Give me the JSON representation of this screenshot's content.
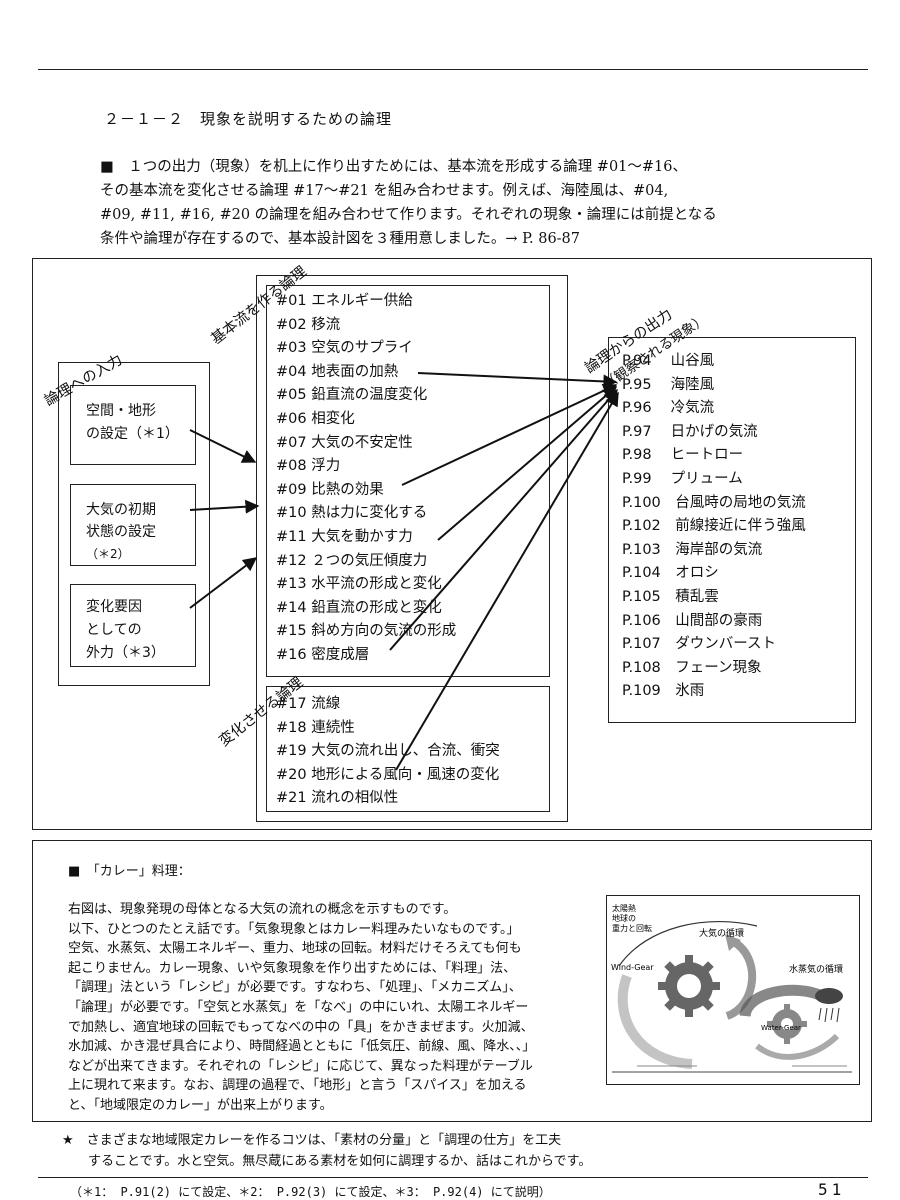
{
  "section_title": "２－１－２　現象を説明するための論理",
  "intro_lines": [
    "■　１つの出力（現象）を机上に作り出すためには、基本流を形成する論理 #01〜#16、",
    "その基本流を変化させる論理 #17〜#21 を組み合わせます。例えば、海陸風は、#04,",
    "#09, #11, #16, #20 の論理を組み合わせて作ります。それぞれの現象・論理には前提となる",
    "条件や論理が存在するので、基本設計図を３種用意しました。→ P. 86-87"
  ],
  "diagram": {
    "input_label": "論理への入力",
    "inputs": [
      [
        "空間・地形",
        "の設定（＊1）"
      ],
      [
        "大気の初期",
        "状態の設定",
        "（＊2）"
      ],
      [
        "変化要因",
        "としての",
        "外力（＊3）"
      ]
    ],
    "basic_label": "基本流を作る論理",
    "basic_logic": [
      "#01 エネルギー供給",
      "#02 移流",
      "#03 空気のサプライ",
      "#04 地表面の加熱",
      "#05 鉛直流の温度変化",
      "#06 相変化",
      "#07 大気の不安定性",
      "#08 浮力",
      "#09 比熱の効果",
      "#10 熱は力に変化する",
      "#11 大気を動かす力",
      "#12 ２つの気圧傾度力",
      "#13 水平流の形成と変化",
      "#14 鉛直流の形成と変化",
      "#15 斜め方向の気流の形成",
      "#16 密度成層"
    ],
    "change_label": "変化させる論理",
    "change_logic": [
      "#17 流線",
      "#18 連続性",
      "#19 大気の流れ出し、合流、衝突",
      "#20 地形による風向・風速の変化",
      "#21 流れの相似性"
    ],
    "output_label_1": "論理からの出力",
    "output_label_2": "（観察される現象）",
    "outputs": [
      "P.94　 山谷風",
      "P.95　 海陸風",
      "P.96　 冷気流",
      "P.97　 日かげの気流",
      "P.98　 ヒートロー",
      "P.99　 プリューム",
      "P.100　台風時の局地の気流",
      "P.102　前線接近に伴う強風",
      "P.103　海岸部の気流",
      "P.104　オロシ",
      "P.105　積乱雲",
      "P.106　山間部の豪雨",
      "P.107　ダウンバースト",
      "P.108　フェーン現象",
      "P.109　氷雨"
    ]
  },
  "curry": {
    "heading": "■　「カレー」料理：",
    "lines": [
      "右図は、現象発現の母体となる大気の流れの概念を示すものです。",
      "以下、ひとつのたとえ話です。「気象現象とはカレー料理みたいなものです。」",
      "空気、水蒸気、太陽エネルギー、重力、地球の回転。材料だけそろえても何も",
      "起こりません。カレー現象、いや気象現象を作り出すためには、「料理」法、",
      "「調理」法という「レシピ」が必要です。すなわち、「処理」、「メカニズム」、",
      "「論理」が必要です。「空気と水蒸気」を「なべ」の中にいれ、太陽エネルギー",
      "で加熱し、適宜地球の回転でもってなべの中の「具」をかきまぜます。火加減、",
      "水加減、かき混ぜ具合により、時間経過とともに「低気圧、前線、風、降水、、」",
      "などが出来てきます。それぞれの「レシピ」に応じて、異なった料理がテーブル",
      "上に現れて来ます。なお、調理の過程で、「地形」と言う「スパイス」を加える",
      "と、「地域限定のカレー」が出来上がります。"
    ],
    "figure": {
      "label_sun_1": "太陽熱",
      "label_sun_2": "地球の",
      "label_sun_3": "重力と回転",
      "label_air": "大気の循環",
      "label_vapor": "水蒸気の循環",
      "label_wind_gear": "Wind-Gear",
      "label_water_gear": "Water-Gear"
    }
  },
  "tip_lines": [
    "★　さまざまな地域限定カレーを作るコツは、「素材の分量」と「調理の仕方」を工夫",
    "　　することです。水と空気。無尽蔵にある素材を如何に調理するか、話はこれからです。"
  ],
  "footer": "（＊1： P.91(2) にて設定、＊2： P.92(3) にて設定、＊3： P.92(4) にて説明）",
  "page_number": "51"
}
